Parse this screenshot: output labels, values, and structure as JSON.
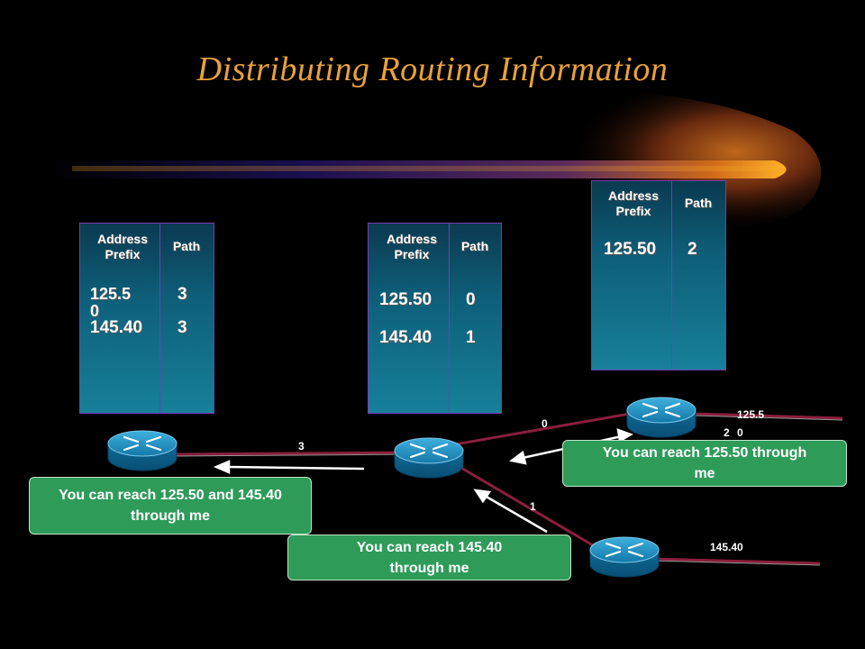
{
  "title": "Distributing Routing Information",
  "table_headers": {
    "prefix": "Address Prefix",
    "path": "Path"
  },
  "tables": {
    "left": {
      "rows": [
        {
          "prefix": "125.5\n0",
          "path": "3"
        },
        {
          "prefix": "145.40",
          "path": "3"
        }
      ]
    },
    "center": {
      "rows": [
        {
          "prefix": "125.50",
          "path": "0"
        },
        {
          "prefix": "145.40",
          "path": "1"
        }
      ]
    },
    "right": {
      "rows": [
        {
          "prefix": "125.50",
          "path": "2"
        }
      ]
    }
  },
  "callouts": {
    "left": "You can reach 125.50 and 145.40 through me",
    "center": "You can reach 145.40 through me",
    "right": "You can reach 125.50 through me"
  },
  "port_labels": {
    "p0": "0",
    "p1": "1",
    "p2": "2",
    "p3": "3"
  },
  "network_labels": {
    "top": "125.5\n0",
    "bottom": "145.40"
  },
  "colors": {
    "title": "#e8a23a",
    "table_border": "#7a3cae",
    "callout": "#2e9b59",
    "link": "#8b1e3c",
    "arrow": "#ffffff",
    "router": "#1b87b6"
  }
}
